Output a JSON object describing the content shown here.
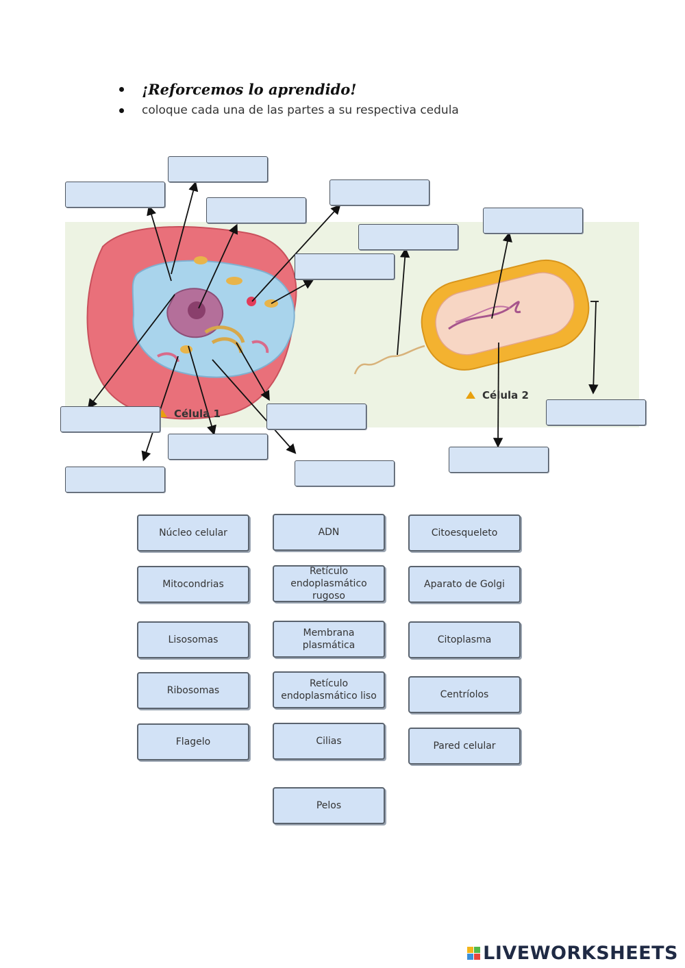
{
  "instructions": {
    "title": "¡Reforcemos lo aprendido!",
    "subtitle": "coloque cada una de las partes a su respectiva cedula"
  },
  "diagram": {
    "cell1_label": "Célula 1",
    "cell2_label": "Célula 2"
  },
  "word_bank": [
    "Núcleo celular",
    "ADN",
    "Citoesqueleto",
    "Mitocondrias",
    "Retículo endoplasmático rugoso",
    "Aparato de Golgi",
    "Lisosomas",
    "Membrana plasmática",
    "Citoplasma",
    "Ribosomas",
    "Retículo endoplasmático liso",
    "Centríolos",
    "Flagelo",
    "Cilias",
    "Pared celular",
    "Pelos"
  ],
  "branding": {
    "name": "LIVEWORKSHEETS",
    "colors": [
      "#f2b51b",
      "#54b848",
      "#3b8fd9",
      "#e8453c"
    ]
  }
}
